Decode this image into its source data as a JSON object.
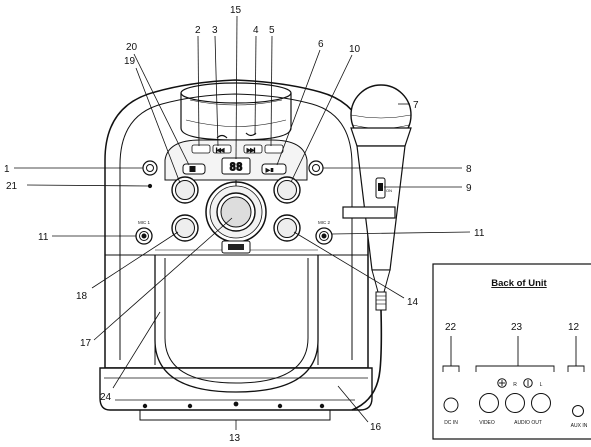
{
  "callouts": {
    "c1": "1",
    "c2": "2",
    "c3": "3",
    "c4": "4",
    "c5": "5",
    "c6": "6",
    "c7": "7",
    "c8": "8",
    "c9": "9",
    "c10": "10",
    "c11_left": "11",
    "c11_right": "11",
    "c12": "12",
    "c13": "13",
    "c14": "14",
    "c15": "15",
    "c16": "16",
    "c17": "17",
    "c18": "18",
    "c19": "19",
    "c20": "20",
    "c21": "21",
    "c22": "22",
    "c23": "23",
    "c24": "24"
  },
  "display": {
    "digits": "88"
  },
  "mic_labels": {
    "mic1": "MIC 1",
    "mic2": "MIC 2",
    "mic_switch": "ON"
  },
  "back_panel": {
    "title": "Back of Unit",
    "dc_in": "DC IN",
    "video": "VIDEO",
    "audio_out": "AUDIO OUT",
    "r": "R",
    "l": "L",
    "aux_in": "AUX IN"
  },
  "colors": {
    "line": "#111111",
    "light_fill": "#eeeeee",
    "body_fill": "#ffffff"
  }
}
